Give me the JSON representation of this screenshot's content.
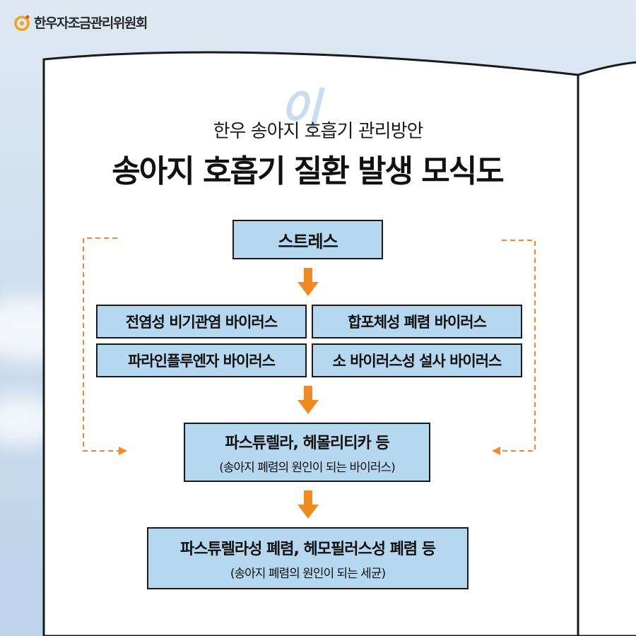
{
  "brand": {
    "name": "한우자조금관리위원회"
  },
  "header": {
    "watermark": "이",
    "subtitle": "한우 송아지 호흡기 관리방안",
    "title": "송아지 호흡기 질환 발생 모식도"
  },
  "diagram": {
    "stress": "스트레스",
    "viruses": [
      "전염성 비기관염 바이러스",
      "합포체성 폐렴 바이러스",
      "파라인플루엔자 바이러스",
      "소 바이러스성 설사 바이러스"
    ],
    "secondary": {
      "main": "파스튜렐라, 헤몰리티카 등",
      "sub": "(송아지 폐렴의 원인이 되는 바이러스)"
    },
    "outcome": {
      "main": "파스튜렐라성 폐렴, 헤모필러스성 폐렴 등",
      "sub": "(송아지 폐렴의 원인이 되는 세균)"
    }
  },
  "colors": {
    "box_fill": "#b6d7f0",
    "arrow": "#f08a24",
    "dashed_line": "#f08a24",
    "background": "#cfdeee"
  },
  "icons": {
    "logo": "hanwoo-logo-icon"
  }
}
